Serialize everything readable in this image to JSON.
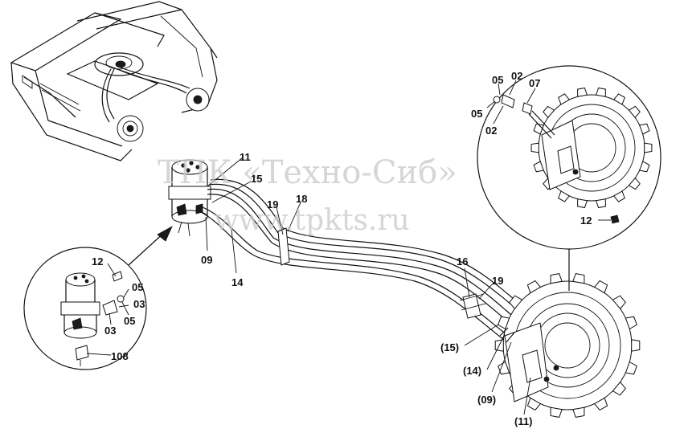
{
  "watermark": {
    "company": "ТПК «Техно-Сиб»",
    "url": "www.tpkts.ru"
  },
  "labels": {
    "main": {
      "l11": "11",
      "l15": "15",
      "l19a": "19",
      "l18": "18",
      "l09": "09",
      "l14": "14",
      "l16": "16",
      "l19b": "19",
      "p15": "(15)",
      "p14": "(14)",
      "p09": "(09)",
      "p11": "(11)"
    },
    "detail_left": {
      "l12": "12",
      "l05a": "05",
      "l03a": "03",
      "l03b": "03",
      "l05b": "05",
      "l108": "108"
    },
    "detail_right": {
      "l05a": "05",
      "l02a": "02",
      "l07": "07",
      "l05b": "05",
      "l02b": "02",
      "l12": "12"
    }
  }
}
